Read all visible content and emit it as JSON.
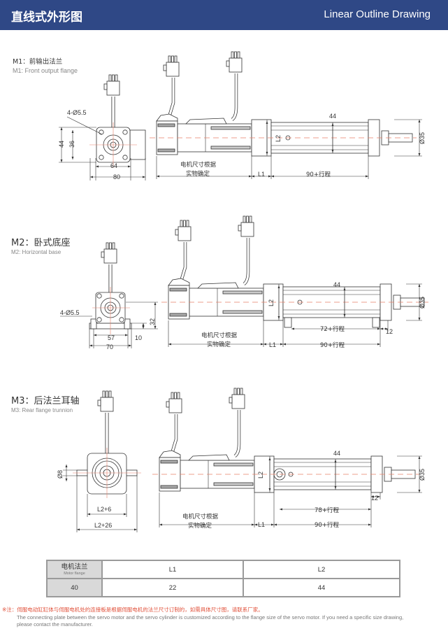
{
  "header": {
    "title_cn": "直线式外形图",
    "title_en": "Linear Outline Drawing"
  },
  "m1": {
    "title_cn": "M1：前输出法兰",
    "title_en": "M1: Front output flange",
    "hole": "4-Ø5.5",
    "h44": "44",
    "h36": "36",
    "w64": "64",
    "w80": "80",
    "motor_note_1": "电机尺寸根据",
    "motor_note_2": "实物确定",
    "l1": "L1",
    "stroke": "90+行程",
    "l2": "L2",
    "tube": "44",
    "rod": "Ø35"
  },
  "m2": {
    "title_cn": "M2：卧式底座",
    "title_en": "M2: Horizontal base",
    "hole": "4-Ø5.5",
    "h32": "32",
    "h10": "10",
    "w57": "57",
    "w70": "70",
    "motor_note_1": "电机尺寸根据",
    "motor_note_2": "实物确定",
    "l1": "L1",
    "stroke": "90+行程",
    "stroke_inner": "72+行程",
    "d12": "12",
    "l2": "L2",
    "tube": "44",
    "rod": "Ø35"
  },
  "m3": {
    "title_cn": "M3：后法兰耳轴",
    "title_en": "M3: Rear flange trunnion",
    "pin": "Ø8",
    "w_inner": "L2+6",
    "w_outer": "L2+26",
    "motor_note_1": "电机尺寸根据",
    "motor_note_2": "实物确定",
    "l1": "L1",
    "stroke": "90+行程",
    "stroke_inner": "78+行程",
    "d12": "12",
    "l2": "L2",
    "tube": "44",
    "rod": "Ø35"
  },
  "table": {
    "head_cn": "电机法兰",
    "head_en": "Motor flange",
    "col_l1": "L1",
    "col_l2": "L2",
    "rows": [
      {
        "flange": "40",
        "l1": "22",
        "l2": "44"
      }
    ]
  },
  "note": {
    "cn": "※注：伺服电动缸缸体与伺服电机处的连接板是根据伺服电机的法兰尺寸订制的，如需具体尺寸图，请联系厂家。",
    "en": "The connecting plate between the servo motor and the servo cylinder is customized according to the flange size of the servo motor. If you need a specific size drawing, please contact the manufacturer."
  },
  "colors": {
    "header": "#2f4886",
    "centerline": "#e8806a",
    "note": "#e0503a"
  }
}
